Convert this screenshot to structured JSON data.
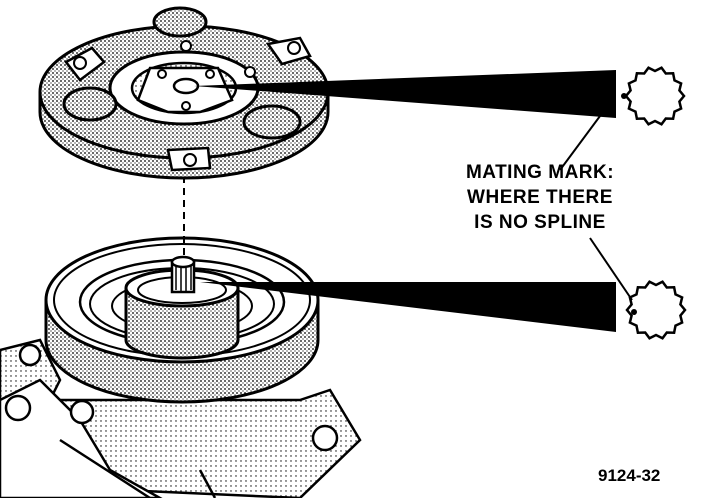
{
  "callout": {
    "line1": "MATING MARK:",
    "line2": "WHERE THERE",
    "line3": "IS NO SPLINE"
  },
  "figure_number": "9124-32",
  "colors": {
    "ink": "#000000",
    "paper": "#ffffff",
    "stipple": "#9a9a9a"
  }
}
